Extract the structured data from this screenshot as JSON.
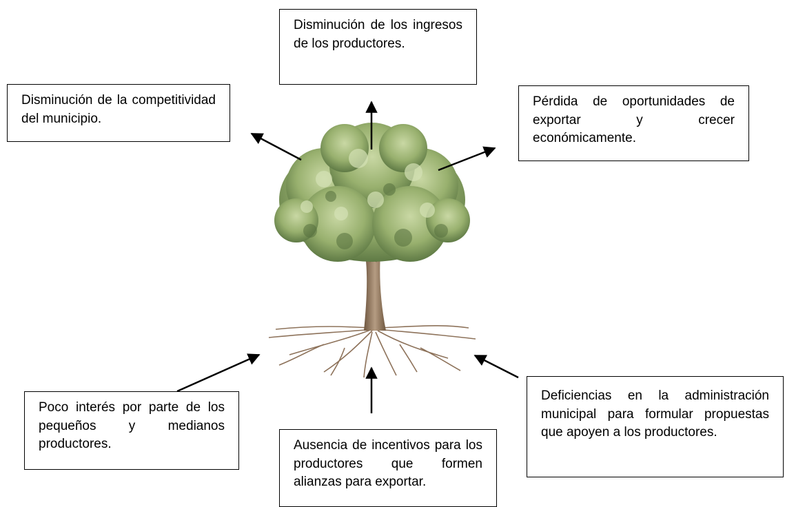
{
  "effects": {
    "top": [
      "Disminución de los ingresos de los productores."
    ],
    "left": [
      "Disminución de la competitividad del municipio."
    ],
    "right": [
      "Pérdida de oportunidades de exportar y crecer económicamente."
    ]
  },
  "causes": {
    "left": [
      "Poco interés por parte de los pequeños y medianos productores."
    ],
    "bottom": [
      "Ausencia de incentivos para los productores que formen alianzas para exportar."
    ],
    "right": [
      "Deficiencias en la administración municipal para formular propuestas que apoyen a los productores."
    ]
  },
  "colors": {
    "foliage": "#8fa866",
    "trunk": "#8a7158",
    "roots": "#7a5a3e",
    "arrow": "#000000"
  }
}
